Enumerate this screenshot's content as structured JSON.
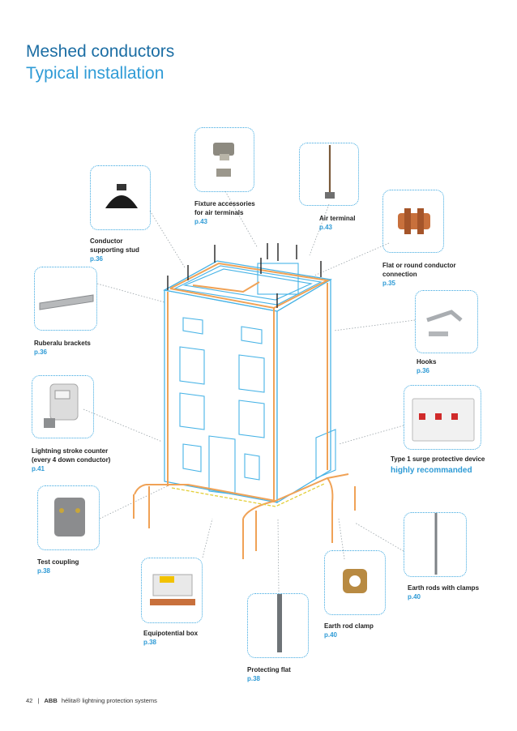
{
  "title": {
    "line1": "Meshed conductors",
    "line2": "Typical installation"
  },
  "labels": {
    "fixture": {
      "line1": "Fixture accessories",
      "line2": "for air terminals",
      "page": "p.43"
    },
    "air_terminal": {
      "line1": "Air terminal",
      "page": "p.43"
    },
    "conductor_stud": {
      "line1": "Conductor",
      "line2": "supporting stud",
      "page": "p.36"
    },
    "flat_round": {
      "line1": "Flat or round conductor",
      "line2": "connection",
      "page": "p.35"
    },
    "ruberalu": {
      "line1": "Ruberalu brackets",
      "page": "p.36"
    },
    "hooks": {
      "line1": "Hooks",
      "page": "p.36"
    },
    "counter": {
      "line1": "Lightning stroke counter",
      "line2": "(every 4 down conductor)",
      "page": "p.41"
    },
    "surge": {
      "line1": "Type 1 surge protective device",
      "recommend": "highly recommanded"
    },
    "test_coupling": {
      "line1": "Test coupling",
      "page": "p.38"
    },
    "earth_rods": {
      "line1": "Earth rods with clamps",
      "page": "p.40"
    },
    "equipotential": {
      "line1": "Equipotential box",
      "page": "p.38"
    },
    "earth_clamp": {
      "line1": "Earth rod clamp",
      "page": "p.40"
    },
    "protecting_flat": {
      "line1": "Protecting flat",
      "page": "p.38"
    }
  },
  "footer": {
    "page_number": "42",
    "separator": "|",
    "brand": "ABB",
    "text": "hélita® lightning protection systems"
  },
  "colors": {
    "title_dark": "#1c6ea4",
    "title_light": "#2f9bd6",
    "conductor": "#f0a256",
    "building": "#47b3e6"
  }
}
